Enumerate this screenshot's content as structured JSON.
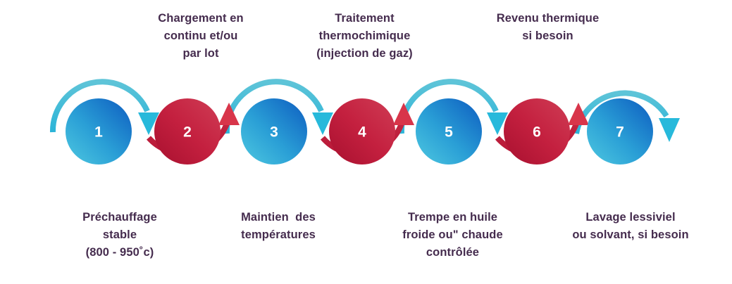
{
  "diagram": {
    "title_colors": {
      "text": "#452c4e",
      "blue_light": "#49c3dd",
      "blue_dark": "#1160c4",
      "cyan_arrow": "#27b9db",
      "red_light": "#d8354a",
      "red_dark": "#a51432",
      "background": "#ffffff"
    },
    "steps": [
      {
        "number": "1",
        "color": "blue"
      },
      {
        "number": "2",
        "color": "red"
      },
      {
        "number": "3",
        "color": "blue"
      },
      {
        "number": "4",
        "color": "red"
      },
      {
        "number": "5",
        "color": "blue"
      },
      {
        "number": "6",
        "color": "red"
      },
      {
        "number": "7",
        "color": "blue"
      }
    ],
    "labels_top": [
      {
        "id": "label-step2",
        "text": "Chargement en\ncontinu et/ou\npar lot"
      },
      {
        "id": "label-step4",
        "text": "Traitement\nthermochimique\n(injection de gaz)"
      },
      {
        "id": "label-step6",
        "text": "Revenu thermique\nsi besoin"
      }
    ],
    "labels_bottom": [
      {
        "id": "label-step1",
        "text": "Préchauffage\nstable\n(800 - 950˚c)"
      },
      {
        "id": "label-step3",
        "text": "Maintien  des\ntempératures"
      },
      {
        "id": "label-step5",
        "text": "Trempe en huile\nfroide ou\" chaude\ncontrôlée"
      },
      {
        "id": "label-step7",
        "text": "Lavage lessiviel\nou solvant, si besoin"
      }
    ]
  }
}
